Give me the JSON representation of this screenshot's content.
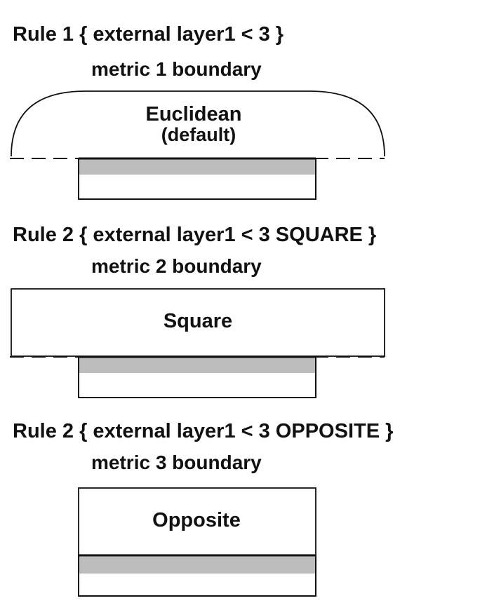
{
  "colors": {
    "ink": "#111111",
    "shade": "#bdbdbd",
    "background": "#ffffff"
  },
  "panels": [
    {
      "rule": "Rule 1 { external layer1 < 3 }",
      "metric": "metric 1 boundary",
      "region_label": "Euclidean",
      "region_sublabel": "(default)",
      "region_shape": "rounded-dome"
    },
    {
      "rule": "Rule 2 { external layer1 < 3 SQUARE }",
      "metric": "metric 2 boundary",
      "region_label": "Square",
      "region_shape": "rectangle"
    },
    {
      "rule": "Rule 2 { external layer1 < 3 OPPOSITE }",
      "metric": "metric 3 boundary",
      "region_label": "Opposite",
      "region_shape": "opposite-rectangle"
    }
  ]
}
